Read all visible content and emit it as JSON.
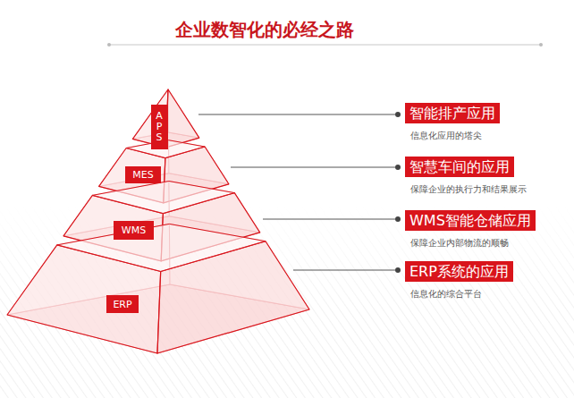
{
  "diagram": {
    "title": "企业数智化的必经之路",
    "nodes": [
      {
        "text": [
          "APS"
        ]
      },
      {
        "text": [
          "MES"
        ]
      },
      {
        "text": [
          "WMS"
        ]
      },
      {
        "text": [
          "ERP"
        ]
      },
      {
        "text": [
          "智能排产应用",
          "信息化应用的塔尖"
        ]
      },
      {
        "text": [
          "智慧车间的应用",
          "保障企业的执行力和结果展示"
        ]
      },
      {
        "text": [
          "WMS智能仓储应用",
          "保障企业内部物流的顺畅"
        ]
      },
      {
        "text": [
          "ERP系统的应用",
          "信息化的综合平台"
        ]
      }
    ]
  }
}
